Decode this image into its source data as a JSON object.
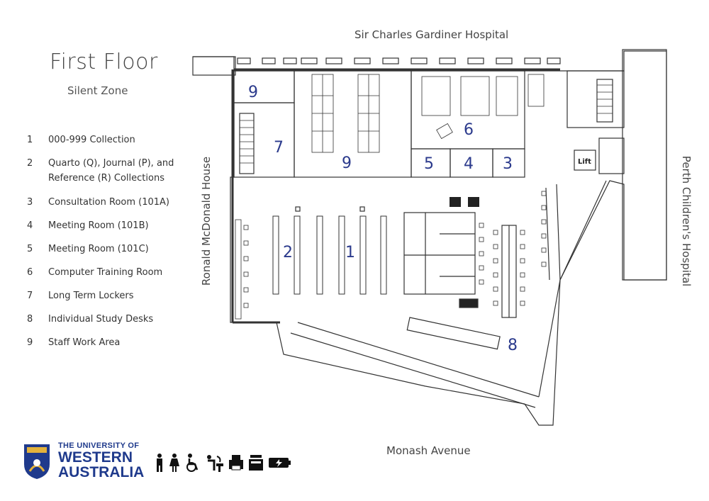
{
  "header": {
    "title": "First Floor",
    "subtitle": "Silent Zone"
  },
  "legend": [
    {
      "num": "1",
      "label": "000-999 Collection"
    },
    {
      "num": "2",
      "label": "Quarto (Q), Journal (P), and Reference (R) Collections"
    },
    {
      "num": "3",
      "label": "Consultation Room (101A)"
    },
    {
      "num": "4",
      "label": "Meeting Room (101B)"
    },
    {
      "num": "5",
      "label": "Meeting Room (101C)"
    },
    {
      "num": "6",
      "label": "Computer Training Room"
    },
    {
      "num": "7",
      "label": "Long Term Lockers"
    },
    {
      "num": "8",
      "label": "Individual Study Desks"
    },
    {
      "num": "9",
      "label": "Staff Work Area"
    }
  ],
  "streets": {
    "top": "Sir Charles Gardiner Hospital",
    "bottom": "Monash Avenue",
    "left": "Ronald McDonald House",
    "right": "Perth Children's Hospital"
  },
  "rooms": {
    "r1": "1",
    "r2": "2",
    "r3": "3",
    "r4": "4",
    "r5": "5",
    "r6": "6",
    "r7": "7",
    "r8": "8",
    "r9a": "9",
    "r9b": "9",
    "lift": "Lift"
  },
  "logo": {
    "line1": "THE UNIVERSITY OF",
    "line2": "WESTERN",
    "line3": "AUSTRALIA"
  },
  "key_icons": [
    "male-toilet-icon",
    "female-toilet-icon",
    "accessible-toilet-icon",
    "drinking-fountain-icon",
    "printer-icon",
    "copier-icon",
    "charging-station-icon"
  ],
  "colors": {
    "room_number": "#2b3a8c",
    "wall": "#333333",
    "logo": "#1f3a8c"
  }
}
